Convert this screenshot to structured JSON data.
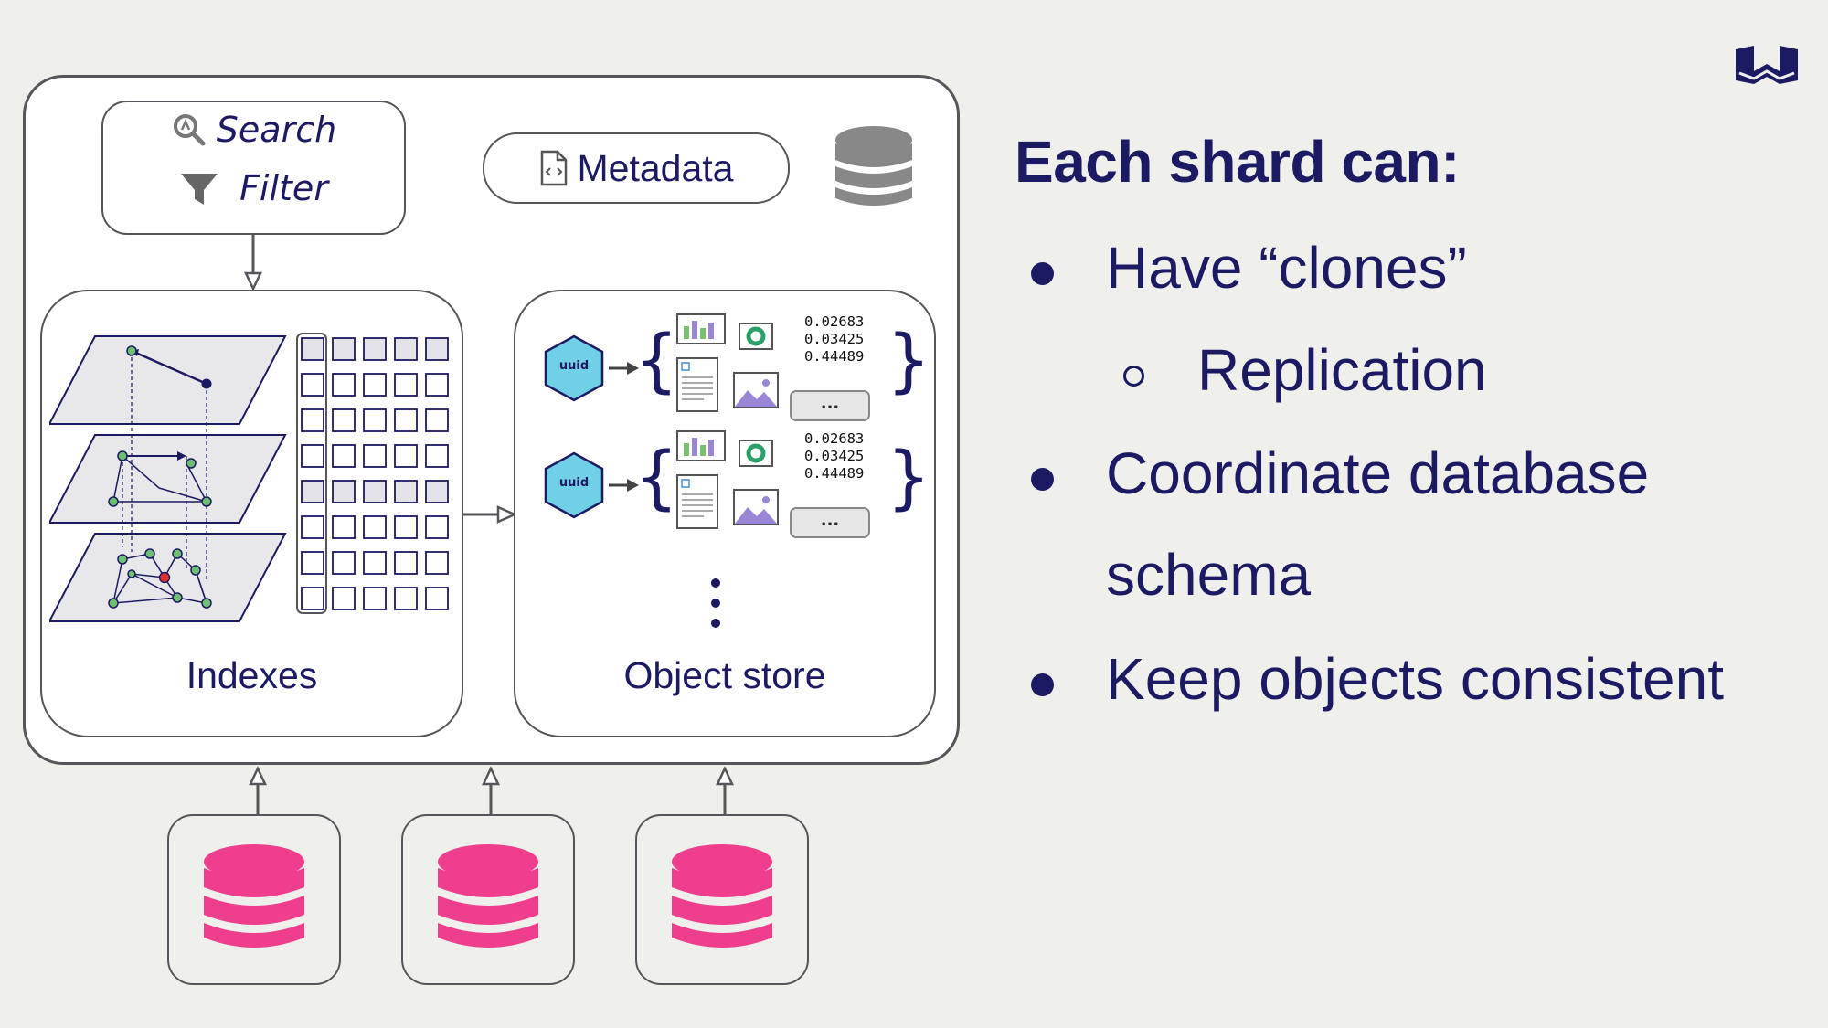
{
  "diagram": {
    "search_label": "Search",
    "filter_label": "Filter",
    "metadata_label": "Metadata",
    "indexes_label": "Indexes",
    "object_store_label": "Object store",
    "objects": [
      {
        "uuid_label": "uuid",
        "vector_values": [
          "0.02683",
          "0.03425",
          "0.44489"
        ],
        "more_label": "..."
      },
      {
        "uuid_label": "uuid",
        "vector_values": [
          "0.02683",
          "0.03425",
          "0.44489"
        ],
        "more_label": "..."
      }
    ]
  },
  "content": {
    "heading": "Each shard can:",
    "bullets": [
      {
        "text": "Have “clones”",
        "level": 1
      },
      {
        "text": "Replication",
        "level": 2
      },
      {
        "text": "Coordinate database",
        "level": 1
      },
      {
        "text": "schema",
        "level": 1,
        "continuation": true
      },
      {
        "text": "Keep objects consistent",
        "level": 1
      }
    ]
  },
  "colors": {
    "text": "#1b1a63",
    "database_pink": "#ef3e8e",
    "database_gray": "#888888",
    "uuid_hex": "#6fd0e6",
    "background": "#efefec"
  },
  "icons": {
    "logo": "weaviate-logo-icon",
    "search": "search-magnifier-icon",
    "filter": "filter-funnel-icon",
    "metadata": "code-file-icon",
    "database": "database-icon"
  }
}
